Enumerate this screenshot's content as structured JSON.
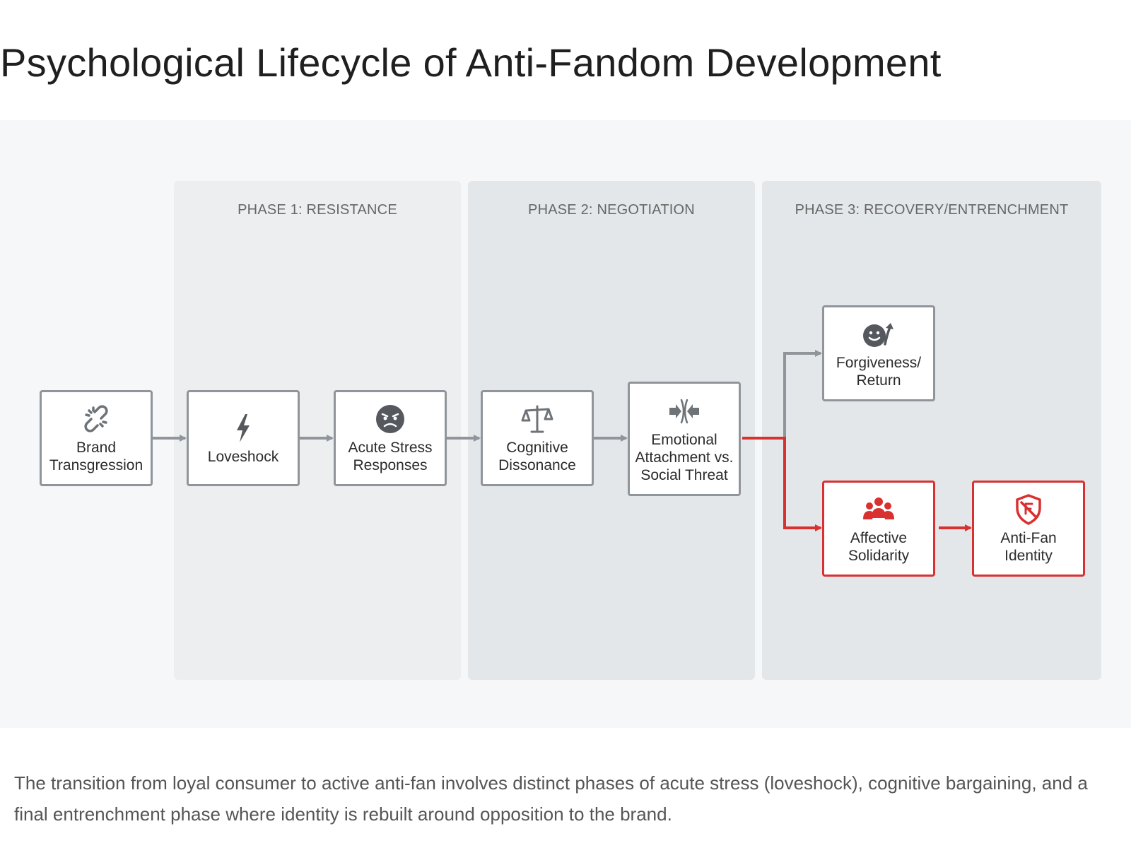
{
  "title": "Psychological Lifecycle of Anti-Fandom Development",
  "phases": [
    {
      "label": "PHASE 1: RESISTANCE"
    },
    {
      "label": "PHASE 2: NEGOTIATION"
    },
    {
      "label": "PHASE 3: RECOVERY/ENTRENCHMENT"
    }
  ],
  "nodes": {
    "brand_transgression": {
      "label": "Brand Transgression",
      "icon": "broken-link-icon"
    },
    "loveshock": {
      "label": "Loveshock",
      "icon": "lightning-bolt-icon"
    },
    "acute_stress": {
      "label": "Acute Stress Responses",
      "icon": "angry-face-icon"
    },
    "cognitive_dissonance": {
      "label": "Cognitive Dissonance",
      "icon": "balance-scale-icon"
    },
    "emotional_attachment": {
      "label": "Emotional Attachment vs. Social Threat",
      "icon": "converging-arrows-icon"
    },
    "forgiveness": {
      "label": "Forgiveness/ Return",
      "icon": "smiley-up-arrow-icon"
    },
    "affective_solidarity": {
      "label": "Affective Solidarity",
      "icon": "group-icon"
    },
    "anti_fan_identity": {
      "label": "Anti-Fan Identity",
      "icon": "shield-no-icon"
    }
  },
  "colors": {
    "neutral_border": "#8f959a",
    "entrenchment_red": "#d93030"
  },
  "caption": "The transition from loyal consumer to active anti-fan involves distinct phases of acute stress (loveshock), cognitive bargaining, and a final entrenchment phase where identity is rebuilt around opposition to the brand."
}
